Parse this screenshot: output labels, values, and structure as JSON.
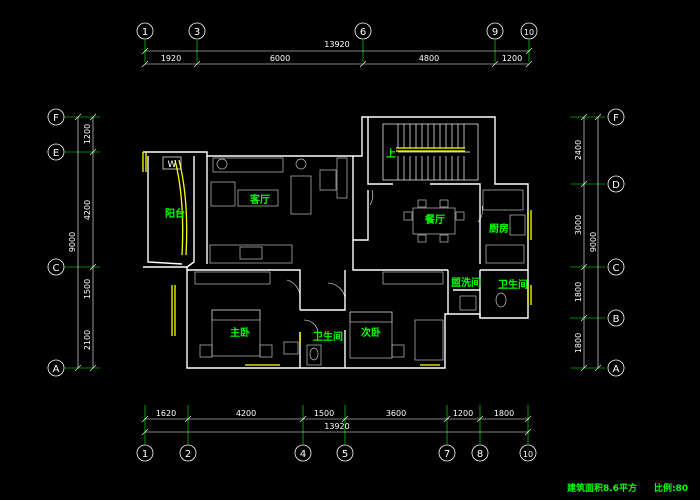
{
  "dims": {
    "top_total": "13920",
    "top_segments": [
      "1920",
      "6000",
      "4800",
      "1200"
    ],
    "bottom_segments": [
      "1620",
      "4200",
      "1500",
      "3600",
      "1200",
      "1800"
    ],
    "bottom_total": "13920",
    "left_segments": [
      "1200",
      "4200",
      "1500",
      "2100"
    ],
    "left_total": "9000",
    "right_segments": [
      "2400",
      "3000",
      "1800",
      "1800"
    ],
    "right_total": "9000"
  },
  "axes": {
    "top": [
      "1",
      "3",
      "6",
      "9",
      "10"
    ],
    "bottom": [
      "1",
      "2",
      "4",
      "5",
      "7",
      "8",
      "10"
    ],
    "left": [
      "F",
      "E",
      "C",
      "A"
    ],
    "right": [
      "F",
      "D",
      "C",
      "B",
      "A"
    ]
  },
  "rooms": {
    "living": "客厅",
    "balcony": "阳台",
    "dining": "餐厅",
    "kitchen": "厨房",
    "washroom": "盥洗间",
    "bath_right": "卫生间",
    "master": "主卧",
    "bath_mid": "卫生间",
    "second": "次卧",
    "stair_up": "上",
    "w_tag": "W"
  },
  "notes": {
    "area": "建筑面积8.6平方",
    "scale": "比例:80"
  },
  "colors": {
    "wall": "#ffffff",
    "axis_line": "#00ff00",
    "text_green": "#00ff00",
    "window": "#ffff00",
    "furniture": "#c0c0c0"
  }
}
